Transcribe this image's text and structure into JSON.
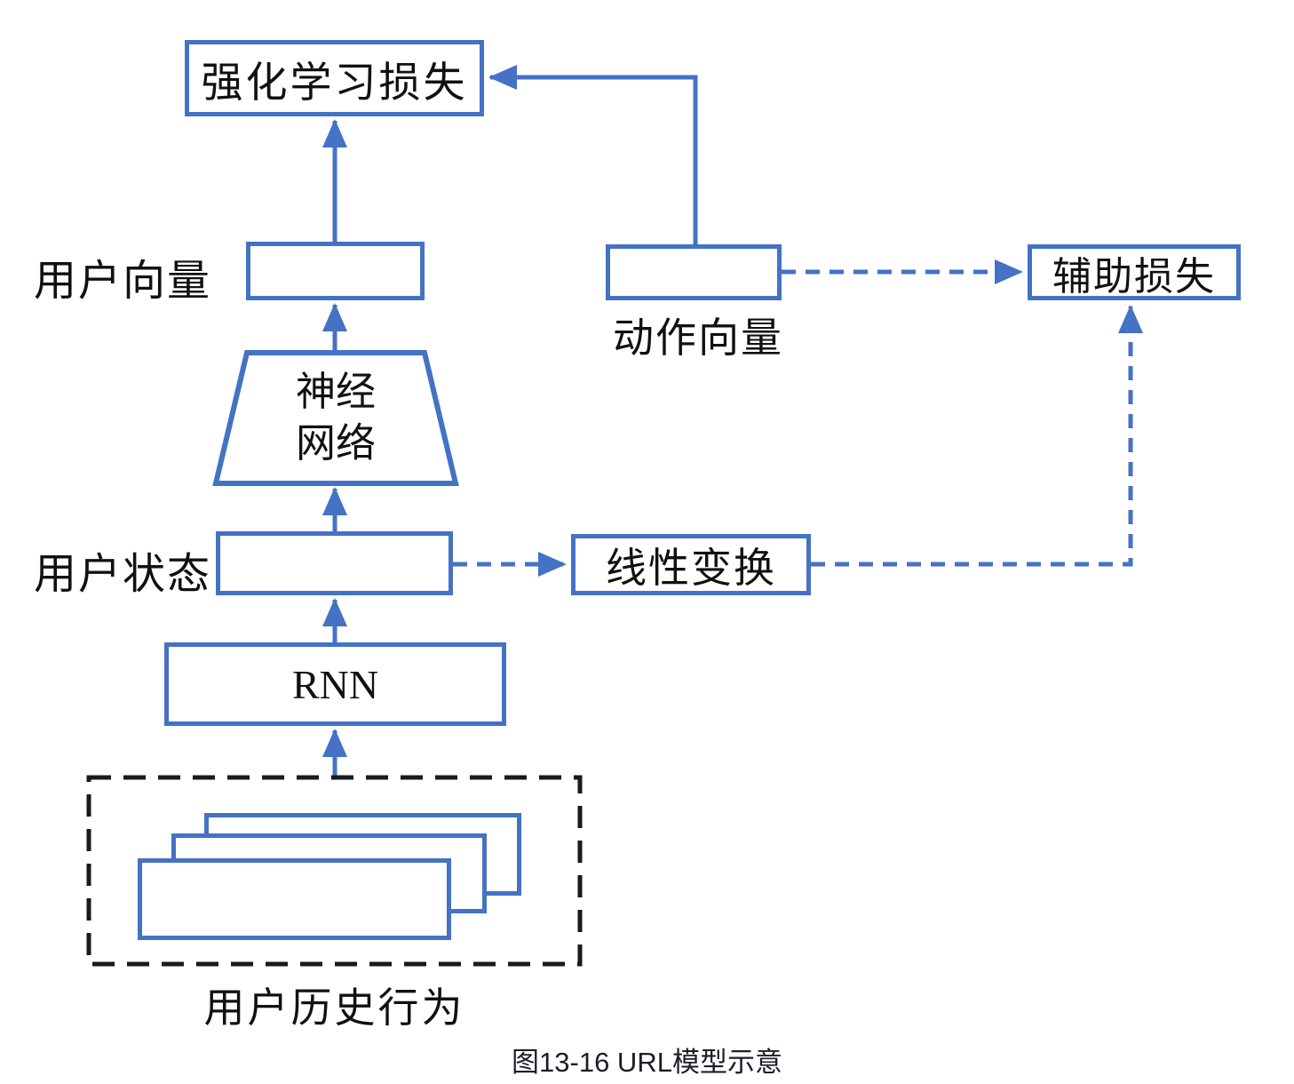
{
  "diagram": {
    "caption": "图13-16 URL模型示意",
    "colors": {
      "line_blue": "#4472C4",
      "dash_black": "#1a1a1a",
      "text_black": "#111111"
    },
    "nodes": {
      "rl_loss": "强化学习损失",
      "user_vector_label": "用户向量",
      "nn_line1": "神经",
      "nn_line2": "网络",
      "user_state_label": "用户状态",
      "linear_transform": "线性变换",
      "rnn": "RNN",
      "history_label": "用户历史行为",
      "action_vector_label": "动作向量",
      "aux_loss": "辅助损失"
    }
  }
}
